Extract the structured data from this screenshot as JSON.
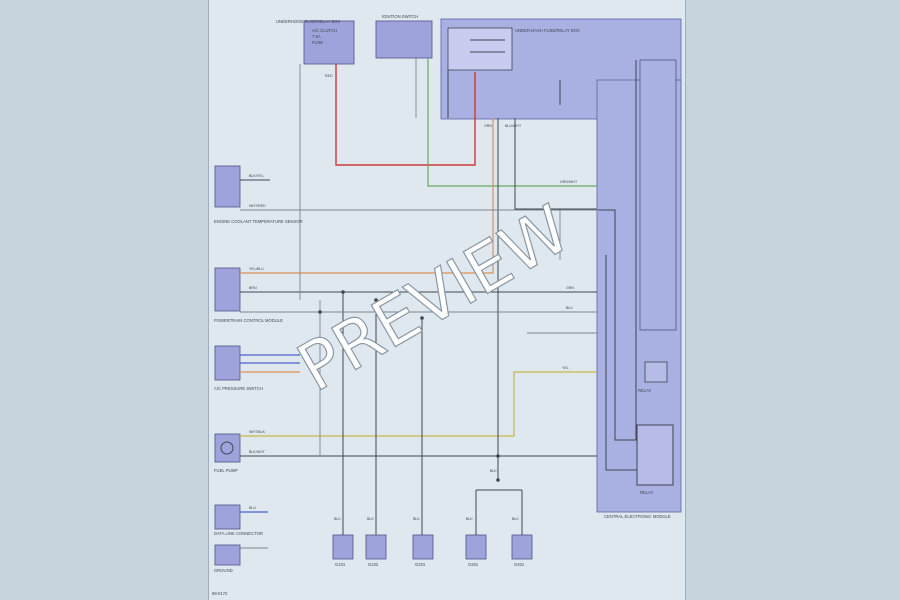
{
  "colors": {
    "page_bg": "#c7d4de",
    "sheet_bg": "#dfe8ee",
    "component_fill": "#9ea3dc",
    "zone_fill": "#a9b0e2",
    "wire_black": "#3f4653",
    "wire_grey": "#7d8590",
    "wire_red": "#cc3b3b",
    "wire_orange": "#d9925a",
    "wire_green": "#67a861",
    "wire_yellow": "#c6b84c",
    "wire_blue": "#4d5fc8",
    "watermark": "#ffffff"
  },
  "diagram": {
    "footer_code": "98-0172",
    "watermark": "PREVIEW",
    "components": {
      "fuse_box": {
        "title": "UNDERHOOD FUSE/RELAY BOX",
        "lines": [
          "A/C CLUTCH",
          "7.5A",
          "FUSE"
        ]
      },
      "ignition_switch": {
        "title": "IGNITION SWITCH"
      },
      "fuse_junction": {
        "title": "UNDER-DASH FUSE/RELAY BOX"
      },
      "module_right": {
        "title": "CENTRAL ELECTRONIC MODULE"
      },
      "left_sensor_1": {
        "title": "ENGINE COOLANT TEMPERATURE SENSOR"
      },
      "left_sensor_2": {
        "title": "POWERTRAIN CONTROL MODULE"
      },
      "left_sensor_3": {
        "title": "A/C PRESSURE SWITCH"
      },
      "left_sensor_4": {
        "title": "FUEL PUMP"
      },
      "left_sensor_5": {
        "title": "DATA LINK CONNECTOR"
      },
      "left_sensor_6": {
        "title": "GROUND"
      },
      "bottom_1": {
        "title": "G101"
      },
      "bottom_2": {
        "title": "G102"
      },
      "bottom_3": {
        "title": "G201"
      },
      "bottom_4": {
        "title": "G301"
      },
      "bottom_5": {
        "title": "G401"
      },
      "relay_1": {
        "title": "RELAY"
      },
      "relay_2": {
        "title": "RELAY"
      }
    },
    "wire_labels": {
      "w1": "BLK/YEL",
      "w2": "WHT/RED",
      "w3": "RED",
      "w4": "GRN/WHT",
      "w5": "YEL/BLU",
      "w6": "BRN",
      "w7": "BLK",
      "w8": "GRN",
      "w9": "ORN",
      "w10": "BLU/WHT",
      "w11": "YEL",
      "w12": "WHT/BLK",
      "w13": "BLK/WHT",
      "w14": "BLU",
      "w15": "BLK",
      "w16": "BLK",
      "w17": "BLK",
      "w18": "BLK",
      "w19": "BLK",
      "w20": "BLK"
    }
  }
}
